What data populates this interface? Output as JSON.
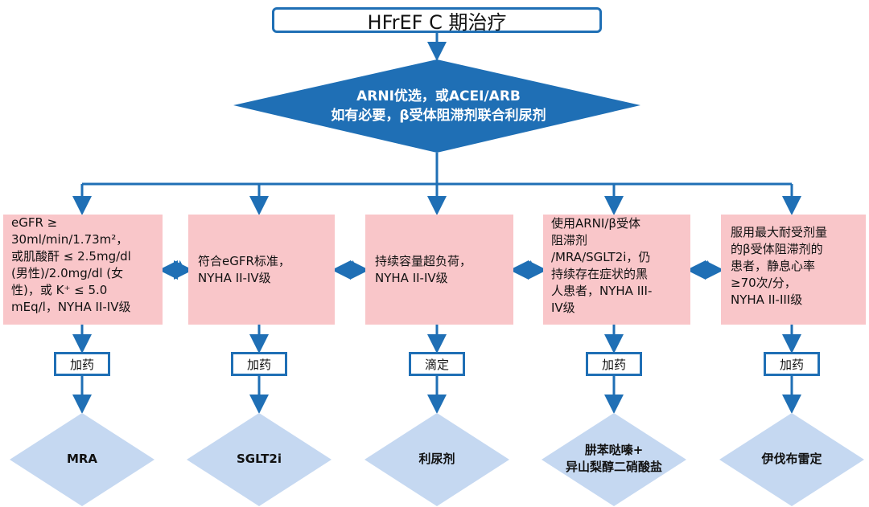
{
  "title": "HFrEF C 期治疗",
  "decision": {
    "line1": "ARNI优选，或ACEI/ARB",
    "line2": "如有必要，β受体阻滞剂联合利尿剂"
  },
  "conditions": [
    {
      "lines": [
        "eGFR ≥",
        "30ml/min/1.73m²，",
        "或肌酸酐 ≤ 2.5mg/dl",
        "(男性)/2.0mg/dl (女",
        "性)，或 K⁺ ≤ 5.0",
        "mEq/l，NYHA II-IV级"
      ]
    },
    {
      "lines": [
        "符合eGFR标准，",
        "NYHA II-IV级"
      ]
    },
    {
      "lines": [
        "持续容量超负荷，",
        "NYHA II-IV级"
      ]
    },
    {
      "lines": [
        "使用ARNI/β受体",
        "阻滞剂",
        "/MRA/SGLT2i，仍",
        "持续存在症状的黑",
        "人患者，NYHA III-",
        "IV级"
      ]
    },
    {
      "lines": [
        "服用最大耐受剂量",
        "的β受体阻滞剂的",
        "患者，静息心率",
        "≥70次/分，",
        "NYHA II-III级"
      ]
    }
  ],
  "actions": [
    "加药",
    "加药",
    "滴定",
    "加药",
    "加药"
  ],
  "drugs": [
    {
      "lines": [
        "MRA"
      ]
    },
    {
      "lines": [
        "SGLT2i"
      ]
    },
    {
      "lines": [
        "利尿剂"
      ]
    },
    {
      "lines": [
        "肼苯哒嗪+",
        "异山梨醇二硝酸盐"
      ]
    },
    {
      "lines": [
        "伊伐布雷定"
      ]
    }
  ]
}
